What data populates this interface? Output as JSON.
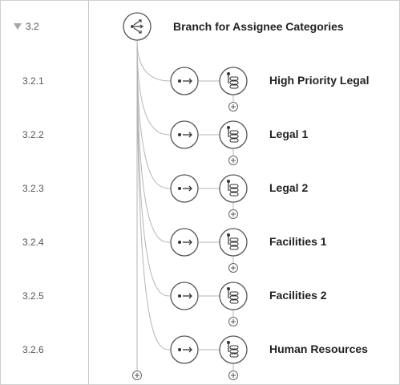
{
  "root": {
    "number": "3.2",
    "label": "Branch for Assignee Categories",
    "icon": "branch-icon"
  },
  "branches": [
    {
      "number": "3.2.1",
      "label": "High Priority Legal"
    },
    {
      "number": "3.2.2",
      "label": "Legal 1"
    },
    {
      "number": "3.2.3",
      "label": "Legal 2"
    },
    {
      "number": "3.2.4",
      "label": "Facilities 1"
    },
    {
      "number": "3.2.5",
      "label": "Facilities 2"
    },
    {
      "number": "3.2.6",
      "label": "Human Resources"
    }
  ],
  "icons": {
    "path": "path-arrow-icon",
    "assign": "assign-flow-icon",
    "add": "add-step-icon"
  },
  "colors": {
    "stroke": "#555555",
    "connector": "#b5b5b5",
    "gutter_border": "#c9c9c9",
    "caret": "#a6a6a6"
  }
}
